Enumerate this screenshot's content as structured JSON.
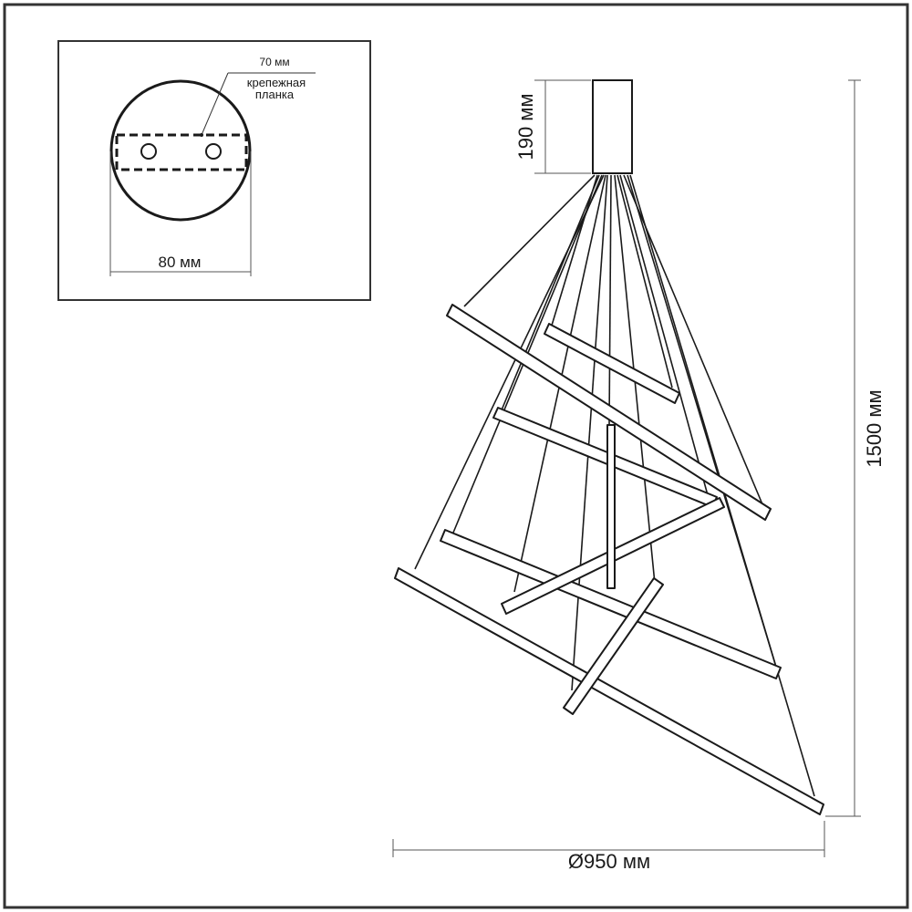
{
  "inset": {
    "bracket_width_label": "70 мм",
    "bracket_label_line1": "крепежная",
    "bracket_label_line2": "планка",
    "canopy_diameter_label": "80 мм"
  },
  "main": {
    "canopy_height_label": "190 мм",
    "total_height_label": "1500 мм",
    "diameter_label": "Ø950 мм"
  },
  "colors": {
    "line": "#1a1a1a",
    "frame": "#333333",
    "background": "#ffffff"
  }
}
